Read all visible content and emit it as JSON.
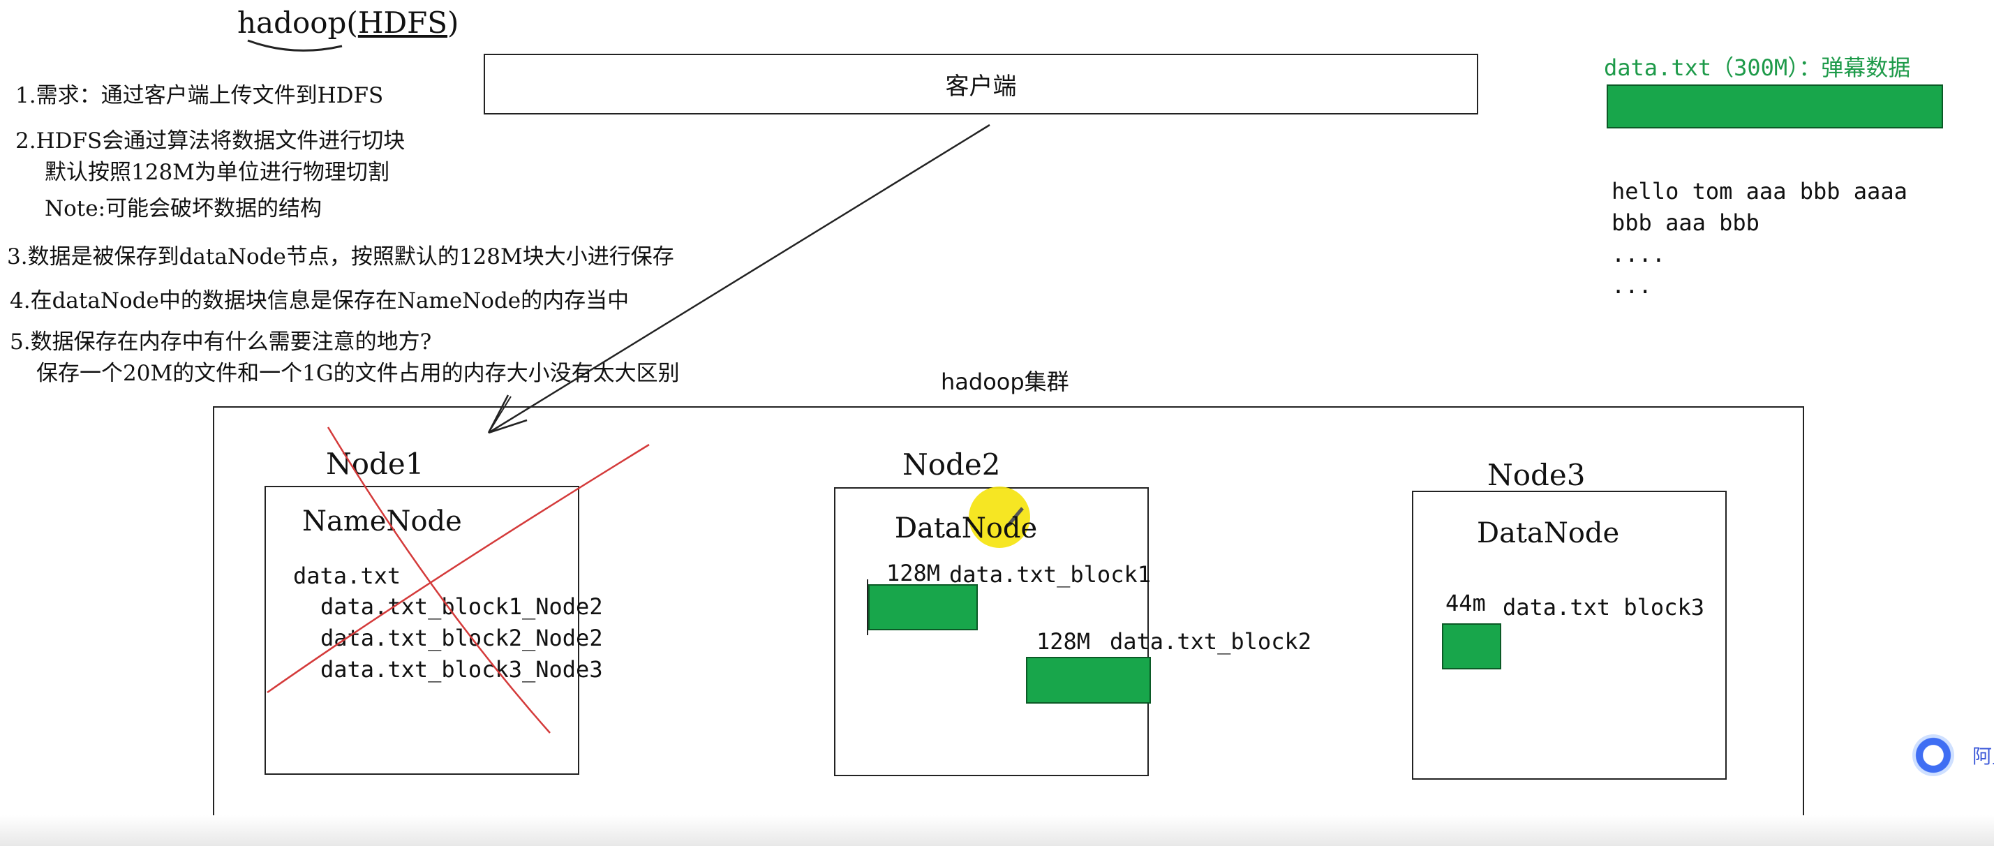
{
  "title": {
    "prefix": "hadoop(",
    "highlight": "HDFS",
    "suffix": ")"
  },
  "requirements": {
    "r1": "1.需求：通过客户端上传文件到HDFS",
    "r2": "2.HDFS会通过算法将数据文件进行切块",
    "r2a": "默认按照128M为单位进行物理切割",
    "r2b": "Note:可能会破坏数据的结构",
    "r3": "3.数据是被保存到dataNode节点，按照默认的128M块大小进行保存",
    "r4": "4.在dataNode中的数据块信息是保存在NameNode的内存当中",
    "r5": "5.数据保存在内存中有什么需要注意的地方?",
    "r5a": "保存一个20M的文件和一个1G的文件占用的内存大小没有太大区别"
  },
  "client": {
    "label": "客户端"
  },
  "cluster": {
    "label": "hadoop集群"
  },
  "file": {
    "title": "data.txt（300M）：弹幕数据",
    "lines": [
      "hello tom aaa bbb aaaa",
      "bbb aaa bbb",
      "....",
      "..."
    ]
  },
  "nodes": {
    "node1": {
      "label": "Node1",
      "role": "NameNode",
      "file": "data.txt",
      "blocks": [
        "data.txt_block1_Node2",
        "data.txt_block2_Node2",
        "data.txt_block3_Node3"
      ]
    },
    "node2": {
      "label": "Node2",
      "role": "DataNode",
      "block1_size": "128M",
      "block1_name": "data.txt_block1",
      "block2_size": "128M",
      "block2_name": "data.txt_block2"
    },
    "node3": {
      "label": "Node3",
      "role": "DataNode",
      "block_size": "44m",
      "block_name": "data.txt block3"
    }
  },
  "colors": {
    "block": "#18a64b",
    "annotation": "#1d9a49",
    "strike": "#d43a3a",
    "cursor": "#f5e410"
  },
  "widget": {
    "icon": "assistant-icon",
    "label": "阿里"
  }
}
